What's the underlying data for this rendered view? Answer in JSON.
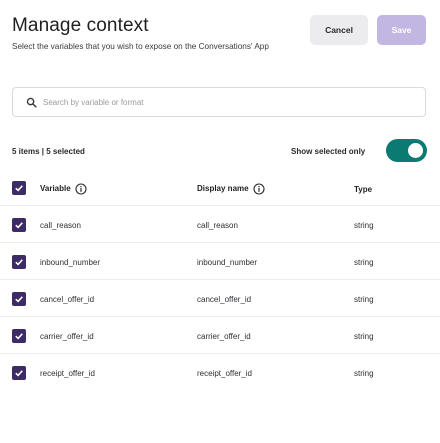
{
  "header": {
    "title": "Manage context",
    "subtitle": "Select the variables that you wish to expose on the Conversations' App",
    "cancel_label": "Cancel",
    "save_label": "Save"
  },
  "search": {
    "placeholder": "Search by variable or format",
    "icon": "search-icon"
  },
  "toolbar": {
    "count_text": "5 items | 5 selected",
    "show_selected_label": "Show selected only",
    "show_selected_on": true,
    "toggle_color": "#0a7a73"
  },
  "table": {
    "headers": {
      "variable": "Variable",
      "display_name": "Display name",
      "type": "Type"
    },
    "rows": [
      {
        "variable": "call_reason",
        "display_name": "call_reason",
        "type": "string",
        "checked": true
      },
      {
        "variable": "inbound_number",
        "display_name": "inbound_number",
        "type": "string",
        "checked": true
      },
      {
        "variable": "cancel_offer_id",
        "display_name": "cancel_offer_id",
        "type": "string",
        "checked": true
      },
      {
        "variable": "carrier_offer_id",
        "display_name": "carrier_offer_id",
        "type": "string",
        "checked": true
      },
      {
        "variable": "receipt_offer_id",
        "display_name": "receipt_offer_id",
        "type": "string",
        "checked": true
      }
    ]
  },
  "colors": {
    "checkbox": "#3d2b66",
    "save_button": "#c2b6e3",
    "cancel_button": "#ecebee"
  }
}
